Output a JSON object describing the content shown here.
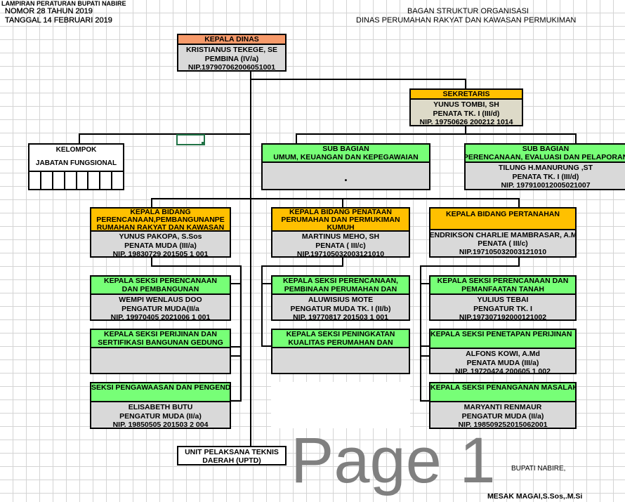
{
  "header": {
    "lampiran": "LAMPIRAN  PERATURAN BUPATI NABIRE",
    "nomor": "NOMOR      28    TAHUN   2019",
    "tanggal": "TANGGAL    14    FEBRUARI   2019",
    "title1": "BAGAN STRUKTUR ORGANISASI",
    "title2": "DINAS PERUMAHAN RAKYAT DAN KAWASAN PERMUKIMAN"
  },
  "kepala_dinas": {
    "title": "KEPALA DINAS",
    "name": "KRISTIANUS TEKEGE, SE",
    "rank": "PEMBINA (IV/a)",
    "nip": "NIP.197907062006051001"
  },
  "sekretaris": {
    "title": "SEKRETARIS",
    "name": "YUNUS TOMBI, SH",
    "rank": "PENATA TK. I  (III/d)",
    "nip": "NIP. 19750626 200212  1014"
  },
  "kelompok": {
    "line1": "KELOMPOK",
    "line2": "JABATAN FUNGSIONAL"
  },
  "subbag_umum": {
    "title1": "SUB BAGIAN",
    "title2": "UMUM, KEUANGAN DAN KEPEGAWAIAN",
    "bullet": "•"
  },
  "subbag_perencanaan": {
    "title1": "SUB BAGIAN",
    "title2": "PERENCANAAN, EVALUASI  DAN PELAPORAN",
    "name": "TILUNG H.MANURUNG ,ST",
    "rank": "PENATA TK. I  (III/d)",
    "nip": "NIP. 197910012005021007"
  },
  "bidang": [
    {
      "title1": "KEPALA BIDANG",
      "title2": "PERENCANAAN,PEMBANGUNANPE",
      "title3": "RUMAHAN RAKYAT DAN KAWASAN",
      "name": "YUNUS PAKOPA, S.Sos",
      "rank": "PENATA MUDA (III/a)",
      "nip": "NIP. 19830729 201505 1 001"
    },
    {
      "title1": "KEPALA BIDANG PENATAAN",
      "title2": "PERUMAHAN DAN PERMUKIMAN",
      "title3": "KUMUH",
      "name": "MARTINUS MEHO, SH",
      "rank": "PENATA ( III/c)",
      "nip": "NIP.197105032003121010"
    },
    {
      "title1": "KEPALA BIDANG PERTANAHAN",
      "title2": "",
      "title3": "",
      "name": "HENDRIKSON CHARLIE MAMBRASAR, A.Md",
      "rank": "PENATA ( III/c)",
      "nip": "NIP.197105032003121010"
    }
  ],
  "seksi": [
    {
      "title1": "KEPALA SEKSI PERENCANAAN",
      "title2": "DAN PEMBANGUNAN",
      "name": "WEMPI WENLAUS DOO",
      "rank": "PENGATUR MUDA(II/a",
      "nip": "NIP. 19970405 2021006 1 001"
    },
    {
      "title1": "KEPALA SEKSI PERIJINAN DAN",
      "title2": "SERTIFIKASI BANGUNAN GEDUNG",
      "name": "",
      "rank": "",
      "nip": ""
    },
    {
      "title1": "SEKSI PENGAWAASAN DAN PENGENDALIAN",
      "title2": "",
      "name": "ELISABETH BUTU",
      "rank": "PENGATUR MUDA (II/a)",
      "nip": "NIP. 19850505 201503 2 004"
    },
    {
      "title1": "KEPALA SEKSI PERENCANAAN,",
      "title2": "PEMBINAAN PERUMAHAN DAN",
      "name": "ALUWISIUS MOTE",
      "rank": "PENGATUR MUDA TK. I (II/b)",
      "nip": "NIP. 19770817 201503 1 001"
    },
    {
      "title1": "KEPALA SEKSI PENINGKATAN",
      "title2": "KUALITAS PERUMAHAN DAN",
      "name": "",
      "rank": "",
      "nip": ""
    },
    {
      "title1": "KEPALA SEKSI PERENCANAAN DAN",
      "title2": "PEMANFAATAN TANAH",
      "name": "YULIUS TEBAI",
      "rank": "PENGATUR TK. I",
      "nip": "NIP.197307192000121002"
    },
    {
      "title1": "KEPALA SEKSI PENETAPAN PERIJINAN",
      "title2": "",
      "name": "ALFONS KOWI, A.Md",
      "rank": "PENATA MUDA (III/a)",
      "nip": "NIP. 19720424 200605 1 002"
    },
    {
      "title1": "KEPALA SEKSI PENANGANAN MASALAH",
      "title2": "",
      "name": "MARYANTI RENMAUR",
      "rank": "PENGATUR MUDA (II/a)",
      "nip": "NIP. 198509252015062001"
    }
  ],
  "uptd": {
    "line1": "UNIT PELAKSANA TEKNIS",
    "line2": "DAERAH (UPTD)"
  },
  "footer": {
    "bupati": "BUPATI NABIRE,",
    "name": "MESAK MAGAI,S.Sos,.M.Si"
  },
  "watermark": "Page 1",
  "colors": {
    "kepala": "#f79a6a",
    "kabid": "#ffc000",
    "seksi": "#77ff77",
    "body": "#d9d9d9"
  }
}
